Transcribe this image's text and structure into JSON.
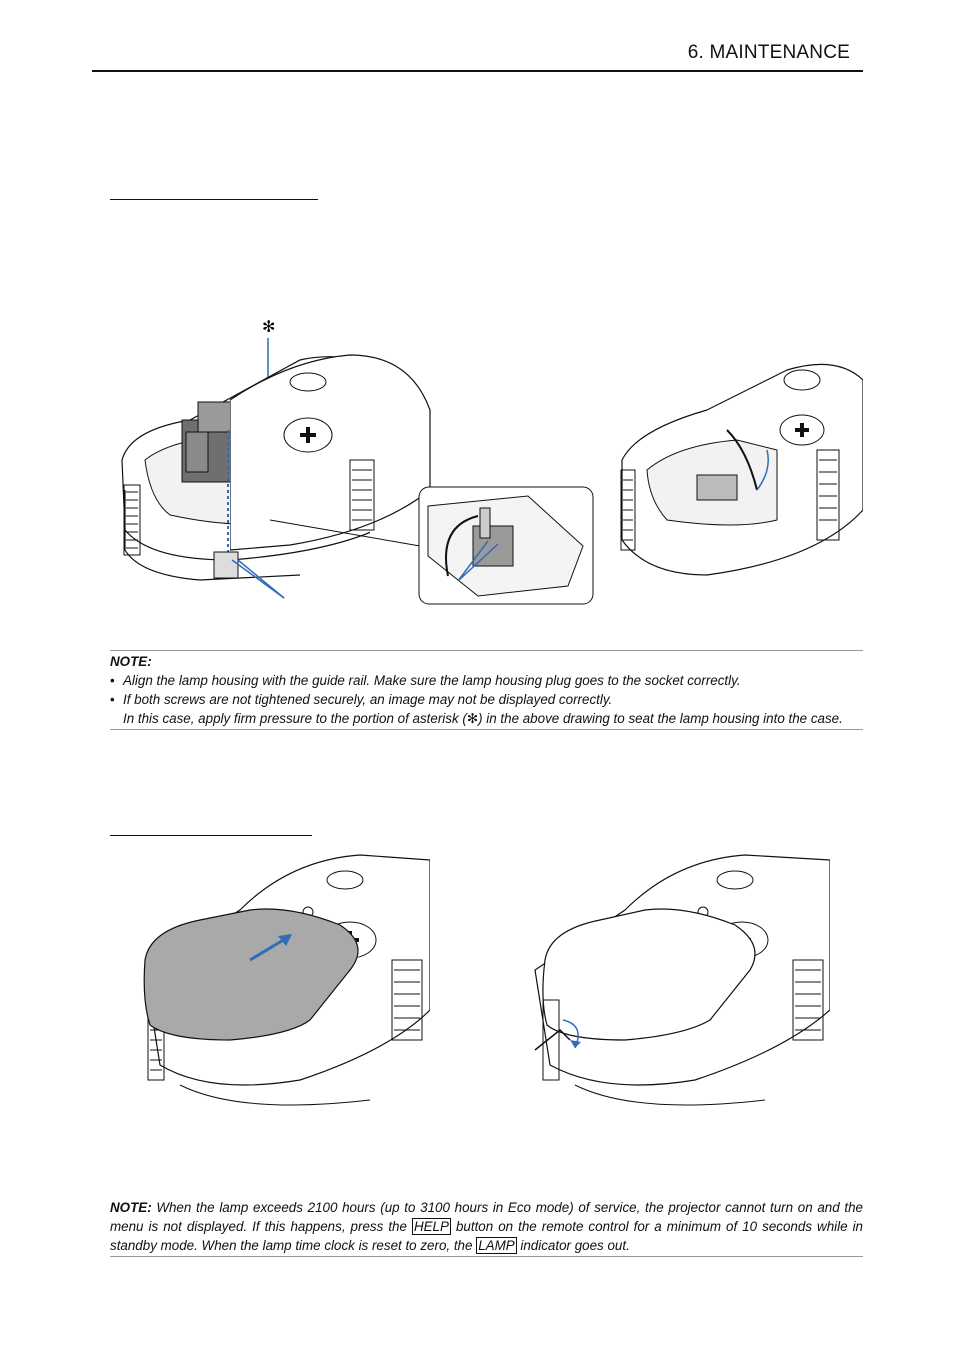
{
  "header": {
    "title": "6. MAINTENANCE"
  },
  "figures": {
    "asterisk": "✻"
  },
  "note1": {
    "heading": "NOTE:",
    "bullet": "•",
    "items": [
      "Align the lamp housing with the guide rail. Make sure the lamp housing plug goes to the socket correctly.",
      "If both screws are not tightened securely, an image may not be displayed correctly."
    ],
    "continuation_before": "In this case, apply firm pressure to the portion of asterisk (",
    "continuation_symbol": "✻",
    "continuation_after": ") in the above drawing to seat the lamp housing into the case."
  },
  "note2": {
    "heading": "NOTE:",
    "text_1": " When the lamp exceeds 2100 hours (up to 3100 hours in Eco mode) of service, the projector cannot turn on and the menu is not displayed. If this happens, press the ",
    "key_help": "HELP",
    "text_2": " button on the remote control for a minimum of 10 seconds while in standby mode. When the lamp time clock is reset to zero, the ",
    "key_lamp": "LAMP",
    "text_3": " indicator goes out."
  },
  "colors": {
    "accent_blue": "#2f6db5",
    "cover_gray": "#a9a9a9"
  }
}
